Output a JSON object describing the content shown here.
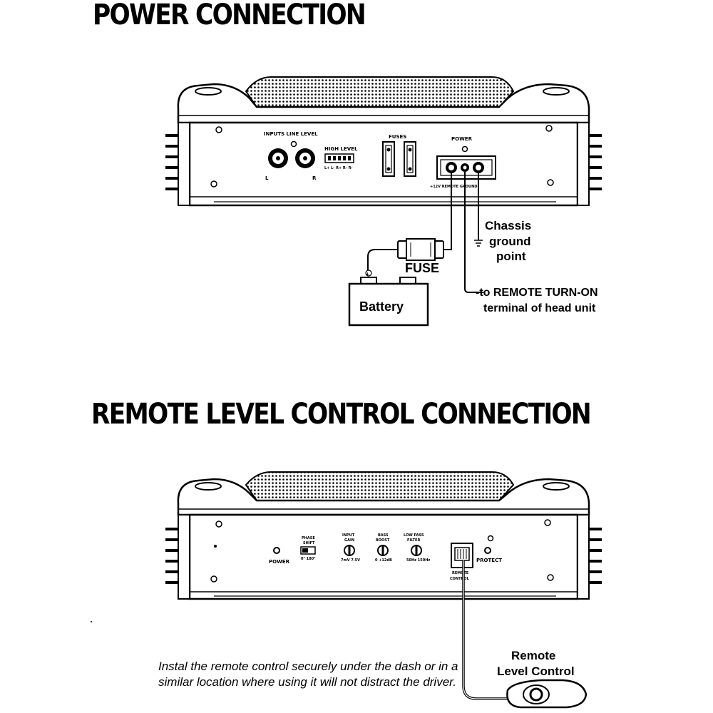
{
  "power_section": {
    "heading": "POWER CONNECTION",
    "panel": {
      "inputs_label": "INPUTS LINE LEVEL",
      "left_label": "L",
      "right_label": "R",
      "high_level_label": "HIGH LEVEL",
      "high_level_pins": "L+ L- R+ R- R-",
      "fuses_label": "FUSES",
      "power_label": "POWER",
      "terminals_label": "+12V  REMOTE  GROUND"
    },
    "fuse_label": "FUSE",
    "battery_label": "Battery",
    "battery_plus": "+",
    "chassis_label": [
      "Chassis",
      "ground",
      "point"
    ],
    "remote_label": [
      "-to REMOTE TURN-ON",
      "terminal of head unit"
    ]
  },
  "remote_section": {
    "heading": "REMOTE LEVEL CONTROL CONNECTION",
    "panel": {
      "power_led_label": "POWER",
      "phase_label": [
        "PHASE",
        "SHIFT"
      ],
      "phase_scale": "0°  180°",
      "gain_label": [
        "INPUT",
        "GAIN"
      ],
      "gain_scale": "7mV  7.5V",
      "bass_label": [
        "BASS",
        "BOOST"
      ],
      "bass_scale": "0   +12dB",
      "lpf_label": [
        "LOW PASS",
        "FILTER"
      ],
      "lpf_scale": "50Hz  150Hz",
      "remote_jack_label": [
        "REMOTE",
        "CONTROL"
      ],
      "protect_label": "PROTECT"
    },
    "remote_device_label": [
      "Remote",
      "Level Control"
    ],
    "install_note": "Instal the remote control securely under the dash or in a similar location where using it will not distract the driver."
  }
}
